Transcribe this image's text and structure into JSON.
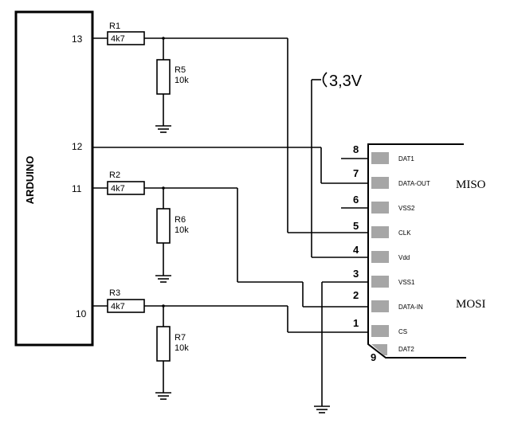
{
  "arduino": {
    "label": "ARDUINO",
    "pins": {
      "p13": "13",
      "p12": "12",
      "p11": "11",
      "p10": "10"
    }
  },
  "resistors": {
    "r1": {
      "name": "R1",
      "value": "4k7"
    },
    "r2": {
      "name": "R2",
      "value": "4k7"
    },
    "r3": {
      "name": "R3",
      "value": "4k7"
    },
    "r5": {
      "name": "R5",
      "value": "10k"
    },
    "r6": {
      "name": "R6",
      "value": "10k"
    },
    "r7": {
      "name": "R7",
      "value": "10k"
    }
  },
  "supply": {
    "label": "3,3V"
  },
  "sd_card": {
    "pins": [
      {
        "num": "8",
        "name": "DAT1"
      },
      {
        "num": "7",
        "name": "DATA-OUT"
      },
      {
        "num": "6",
        "name": "VSS2"
      },
      {
        "num": "5",
        "name": "CLK"
      },
      {
        "num": "4",
        "name": "Vdd"
      },
      {
        "num": "3",
        "name": "VSS1"
      },
      {
        "num": "2",
        "name": "DATA-IN"
      },
      {
        "num": "1",
        "name": "CS"
      },
      {
        "num": "9",
        "name": "DAT2"
      }
    ],
    "miso_label": "MISO",
    "mosi_label": "MOSI"
  },
  "colors": {
    "pad": "#a6a6a6",
    "line": "#000000"
  }
}
